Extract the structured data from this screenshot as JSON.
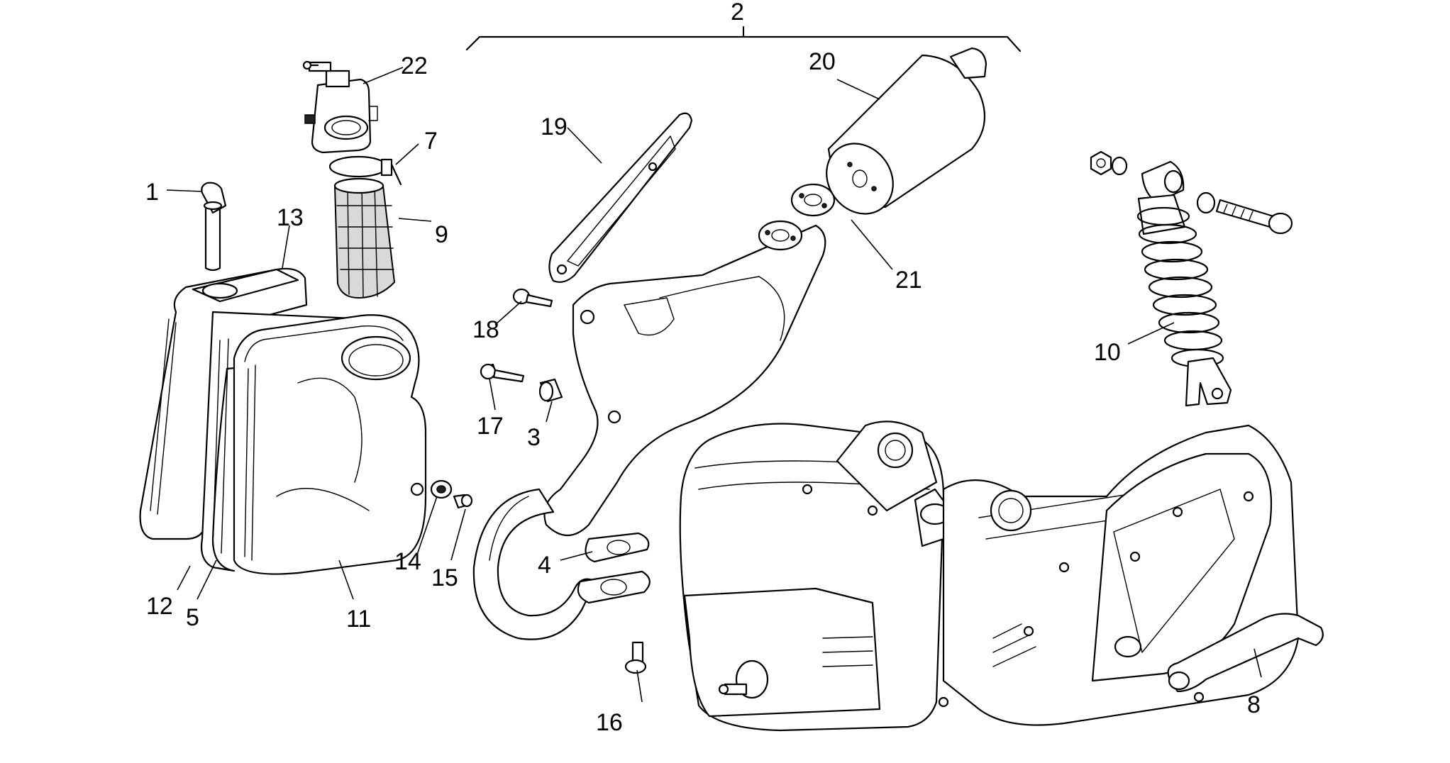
{
  "diagram": {
    "callouts": [
      {
        "id": "c1",
        "text": "1"
      },
      {
        "id": "c2",
        "text": "2"
      },
      {
        "id": "c3",
        "text": "3"
      },
      {
        "id": "c4",
        "text": "4"
      },
      {
        "id": "c5",
        "text": "5"
      },
      {
        "id": "c7",
        "text": "7"
      },
      {
        "id": "c8",
        "text": "8"
      },
      {
        "id": "c9",
        "text": "9"
      },
      {
        "id": "c10",
        "text": "10"
      },
      {
        "id": "c11",
        "text": "11"
      },
      {
        "id": "c12",
        "text": "12"
      },
      {
        "id": "c13",
        "text": "13"
      },
      {
        "id": "c14",
        "text": "14"
      },
      {
        "id": "c15",
        "text": "15"
      },
      {
        "id": "c16",
        "text": "16"
      },
      {
        "id": "c17",
        "text": "17"
      },
      {
        "id": "c18",
        "text": "18"
      },
      {
        "id": "c19",
        "text": "19"
      },
      {
        "id": "c20",
        "text": "20"
      },
      {
        "id": "c21",
        "text": "21"
      },
      {
        "id": "c22",
        "text": "22"
      }
    ],
    "colors": {
      "ink": "#000000",
      "paper": "#ffffff",
      "shade": "#d9d9d9"
    }
  }
}
